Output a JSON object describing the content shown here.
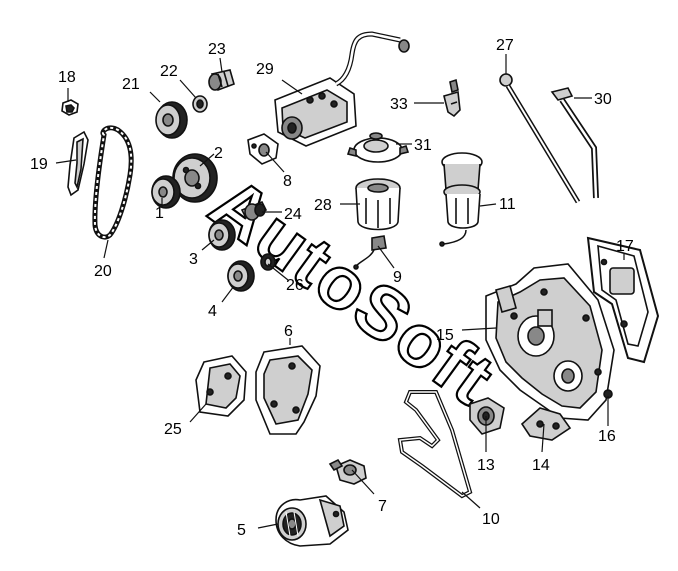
{
  "watermark": {
    "text": "AutoSoft"
  },
  "callouts": [
    {
      "id": "1",
      "label": "1"
    },
    {
      "id": "2",
      "label": "2"
    },
    {
      "id": "3",
      "label": "3"
    },
    {
      "id": "4",
      "label": "4"
    },
    {
      "id": "5",
      "label": "5"
    },
    {
      "id": "6",
      "label": "6"
    },
    {
      "id": "7",
      "label": "7"
    },
    {
      "id": "8",
      "label": "8"
    },
    {
      "id": "9",
      "label": "9"
    },
    {
      "id": "10",
      "label": "10"
    },
    {
      "id": "11",
      "label": "11"
    },
    {
      "id": "13",
      "label": "13"
    },
    {
      "id": "14",
      "label": "14"
    },
    {
      "id": "15",
      "label": "15"
    },
    {
      "id": "16",
      "label": "16"
    },
    {
      "id": "17",
      "label": "17"
    },
    {
      "id": "18",
      "label": "18"
    },
    {
      "id": "19",
      "label": "19"
    },
    {
      "id": "20",
      "label": "20"
    },
    {
      "id": "21",
      "label": "21"
    },
    {
      "id": "22",
      "label": "22"
    },
    {
      "id": "23",
      "label": "23"
    },
    {
      "id": "24",
      "label": "24"
    },
    {
      "id": "25",
      "label": "25"
    },
    {
      "id": "26",
      "label": "26"
    },
    {
      "id": "27",
      "label": "27"
    },
    {
      "id": "28",
      "label": "28"
    },
    {
      "id": "29",
      "label": "29"
    },
    {
      "id": "30",
      "label": "30"
    },
    {
      "id": "31",
      "label": "31"
    },
    {
      "id": "33",
      "label": "33"
    }
  ]
}
